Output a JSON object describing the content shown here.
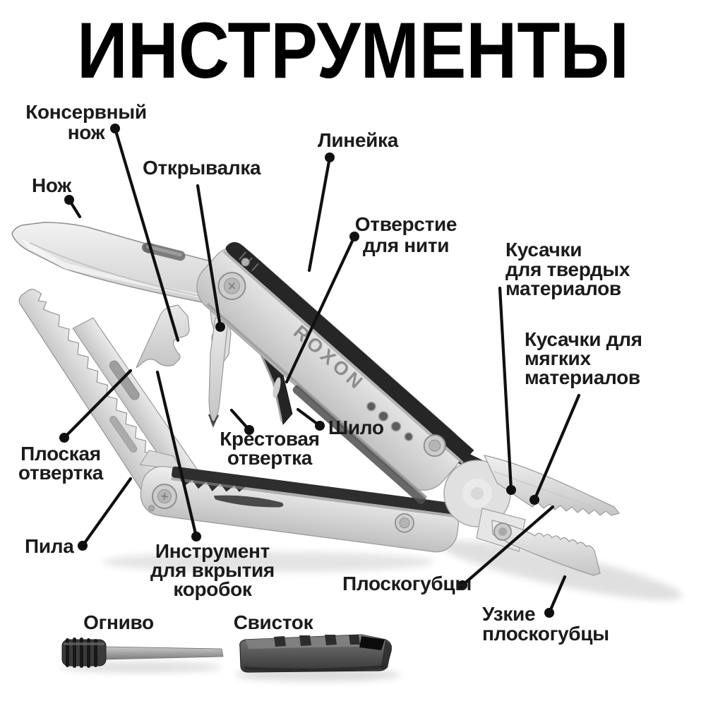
{
  "title": "ИНСТРУМЕНТЫ",
  "product": {
    "brand_engraving": "ROXON"
  },
  "labels": {
    "can_opener": [
      "Консервный",
      "нож"
    ],
    "knife": [
      "Нож"
    ],
    "bottle_opener": [
      "Открывалка"
    ],
    "ruler": [
      "Линейка"
    ],
    "thread_hole": [
      "Отверстие",
      "для нити"
    ],
    "hard_cutters": [
      "Кусачки",
      "для твердых",
      "материалов"
    ],
    "soft_cutters": [
      "Кусачки для",
      "мягких",
      "материалов"
    ],
    "awl": [
      "Шило"
    ],
    "phillips": [
      "Крестовая",
      "отвертка"
    ],
    "flat_screwdriver": [
      "Плоская",
      "отвертка"
    ],
    "saw": [
      "Пила"
    ],
    "box_opener": [
      "Инструмент",
      "для вкрытия",
      "коробок"
    ],
    "pliers": [
      "Плоскогубцы"
    ],
    "needle_pliers": [
      "Узкие",
      "плоскогубцы"
    ],
    "fire_starter": [
      "Огниво"
    ],
    "whistle": [
      "Свисток"
    ]
  },
  "colors": {
    "background": "#ffffff",
    "title_text": "#000000",
    "label_text": "#1b1b1b",
    "leader_line": "#101010",
    "metal_light": "#efefef",
    "metal_mid": "#c6c6c6",
    "dark_strip": "#262626",
    "brand_engraving": "#8d8d8d"
  }
}
